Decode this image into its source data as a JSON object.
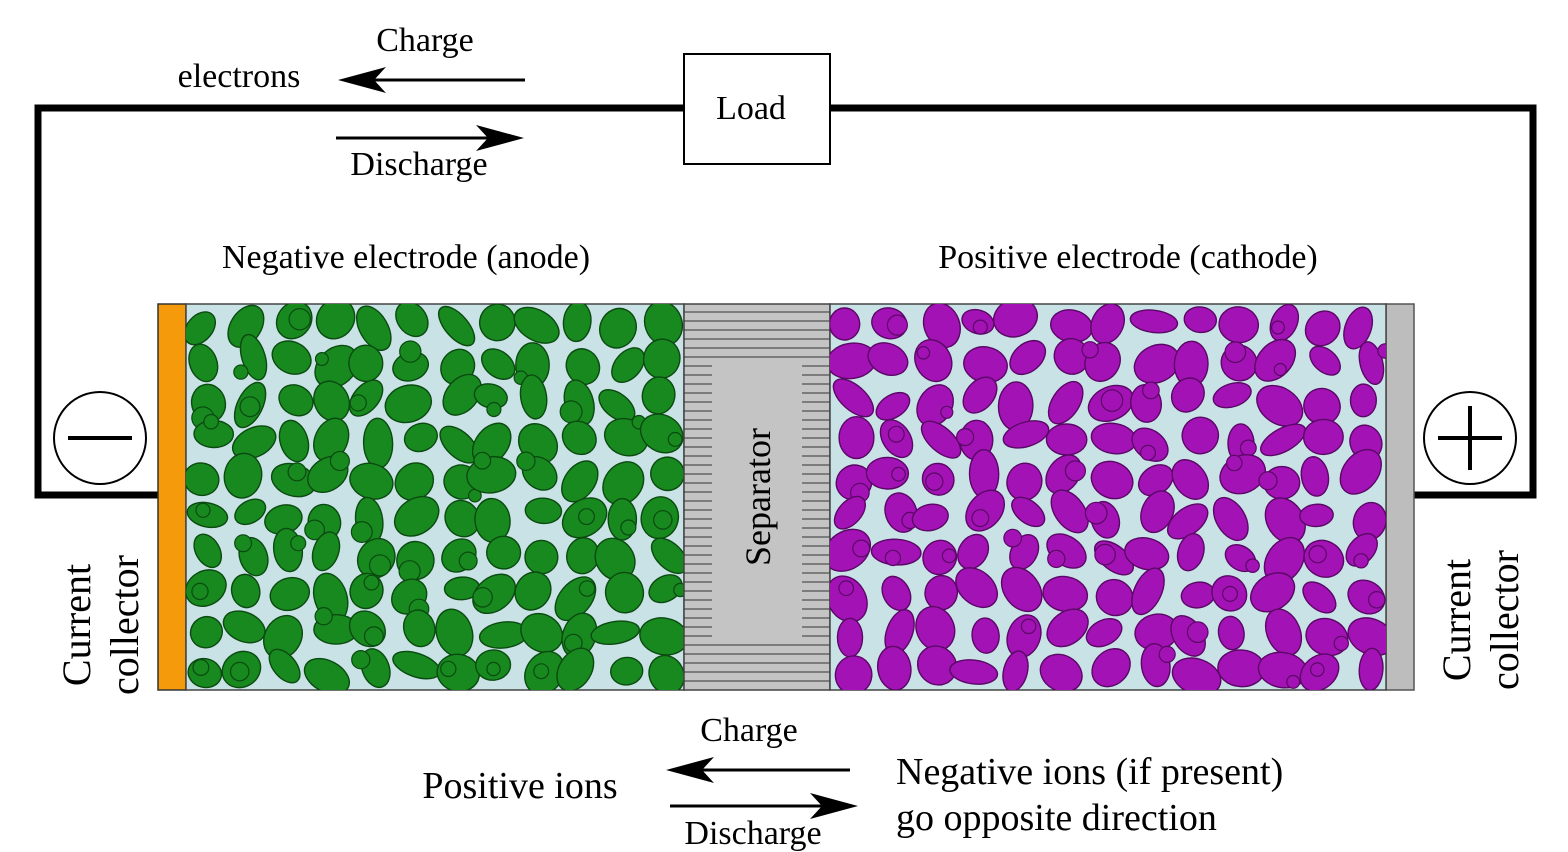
{
  "top": {
    "charge_label": "Charge",
    "electrons_label": "electrons",
    "discharge_label": "Discharge",
    "load_label": "Load"
  },
  "electrodes": {
    "negative_label": "Negative electrode (anode)",
    "positive_label": "Positive electrode (cathode)",
    "negative_particle_color": "#17891f",
    "positive_particle_color": "#a312b4",
    "electrolyte_color": "#c9e2e6"
  },
  "separator": {
    "label": "Separator",
    "color": "#c4c4c4"
  },
  "terminals": {
    "negative_symbol": "minus-icon",
    "positive_symbol": "plus-icon"
  },
  "collectors": {
    "left": {
      "line1": "Current",
      "line2": "collector",
      "color": "#f59a0b"
    },
    "right": {
      "line1": "Current",
      "line2": "collector",
      "color": "#bdbdbd"
    }
  },
  "bottom": {
    "charge_label": "Charge",
    "discharge_label": "Discharge",
    "positive_ions_label": "Positive ions",
    "negative_ions_line1": "Negative ions (if present)",
    "negative_ions_line2": "go opposite direction"
  }
}
